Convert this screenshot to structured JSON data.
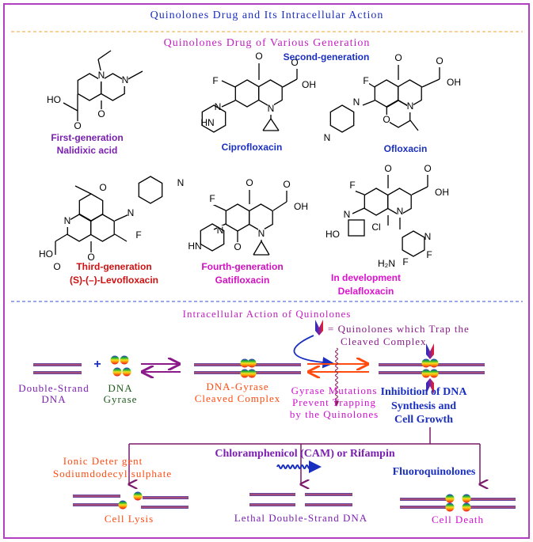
{
  "title": "Quinolones Drug and Its Intracellular Action",
  "section1": {
    "title": "Quinolones Drug of Various Generation",
    "second_generation": "Second-generation",
    "drugs": [
      {
        "line1": "First-generation",
        "line2": "Nalidixic acid",
        "color": "#7a1fb0",
        "atoms": [
          "N",
          "N",
          "O",
          "O",
          "HO"
        ]
      },
      {
        "line1": "Ciprofloxacin",
        "color": "#1a2fc0",
        "atoms": [
          "F",
          "O",
          "O",
          "OH",
          "N",
          "N",
          "HN"
        ]
      },
      {
        "line1": "Ofloxacin",
        "color": "#1a2fc0",
        "atoms": [
          "F",
          "O",
          "O",
          "OH",
          "N",
          "N",
          "O",
          "N"
        ]
      },
      {
        "line1": "Third-generation",
        "line2": "(S)-(–)-Levofloxacin",
        "color": "#d01010",
        "atoms": [
          "O",
          "N",
          "N",
          "N",
          "F",
          "O",
          "HO",
          "O"
        ]
      },
      {
        "line1": "Fourth-generation",
        "line2": "Gatifloxacin",
        "color": "#d010c0",
        "atoms": [
          "F",
          "O",
          "O",
          "OH",
          "N",
          "N",
          "HN",
          "O"
        ]
      },
      {
        "line1": "In development",
        "line2": "Delafloxacin",
        "color": "#e010d0",
        "atoms": [
          "F",
          "O",
          "O",
          "OH",
          "N",
          "Cl",
          "N",
          "HO",
          "N",
          "F",
          "F",
          "H₂N"
        ]
      }
    ]
  },
  "section2": {
    "title": "Intracellular Action of Quinolones",
    "legend": {
      "line1": "= Quinolones which Trap the",
      "line2": "Cleaved Complex"
    },
    "double_strand": [
      "Double-Strand",
      "DNA"
    ],
    "plus": "+",
    "gyrase": [
      "DNA",
      "Gyrase"
    ],
    "cleaved_complex": [
      "DNA-Gyrase",
      "Cleaved Complex"
    ],
    "mutations": [
      "Gyrase Mutations",
      "Prevent Trapping",
      "by the Quinolones"
    ],
    "inhibition": [
      "Inhibition of DNA",
      "Synthesis and",
      "Cell Growth"
    ],
    "detergent": [
      "Ionic Deter gent",
      "Sodiumdodecyl  sulphate"
    ],
    "cam": "Chloramphenicol (CAM) or Rifampin",
    "fluoro": "Fluoroquinolones",
    "outcomes": [
      "Cell Lysis",
      "Lethal Double-Strand DNA",
      "Cell Death"
    ]
  },
  "colors": {
    "title": "#1a2fc0",
    "section_title": "#c020c0",
    "frame": "#9b30b0",
    "orange": "#ff4a10",
    "purple": "#7a1fb0",
    "blue": "#1a2fc0",
    "magenta": "#d010d0",
    "dark_purple": "#7a1a6a"
  }
}
